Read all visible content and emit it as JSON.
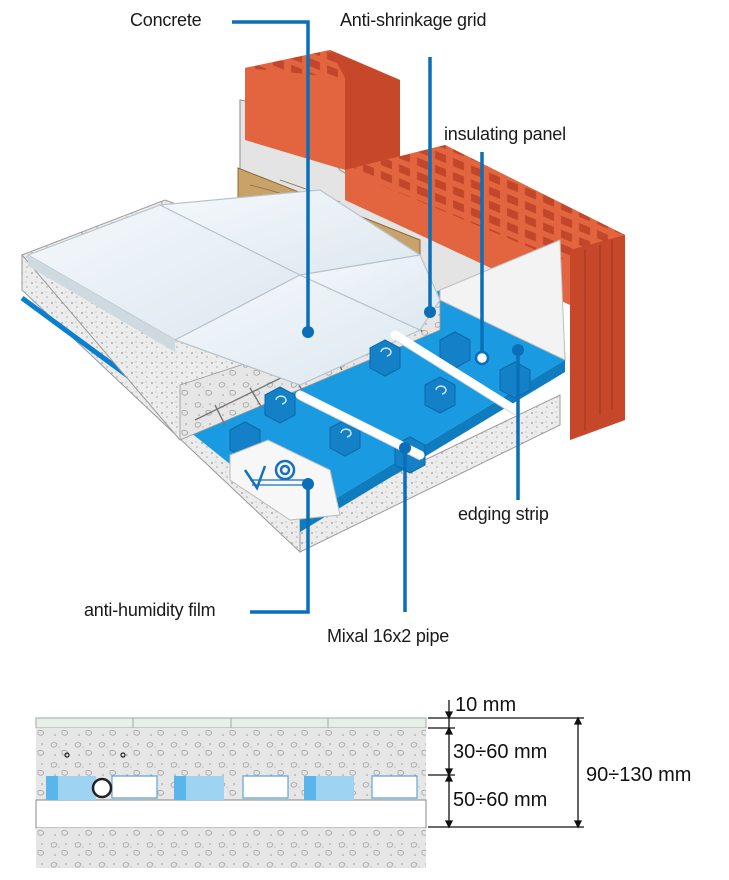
{
  "diagram": {
    "title": "Underfloor heating system layers",
    "labels": {
      "concrete": "Concrete",
      "anti_shrinkage_grid": "Anti-shrinkage grid",
      "insulating_panel": "insulating panel",
      "edging_strip": "edging strip",
      "anti_humidity_film": "anti-humidity film",
      "pipe": "Mixal 16x2 pipe"
    },
    "colors": {
      "leader": "#0a6fb8",
      "panel_blue": "#1a9ae0",
      "brick": "#e0603a",
      "brick_dark": "#c44a2a",
      "wood": "#c9a26a",
      "tile": "#e9f1f7"
    }
  },
  "section": {
    "dimensions": {
      "finish": "10 mm",
      "screed": "30÷60 mm",
      "panel": "50÷60 mm",
      "total": "90÷130 mm"
    }
  }
}
